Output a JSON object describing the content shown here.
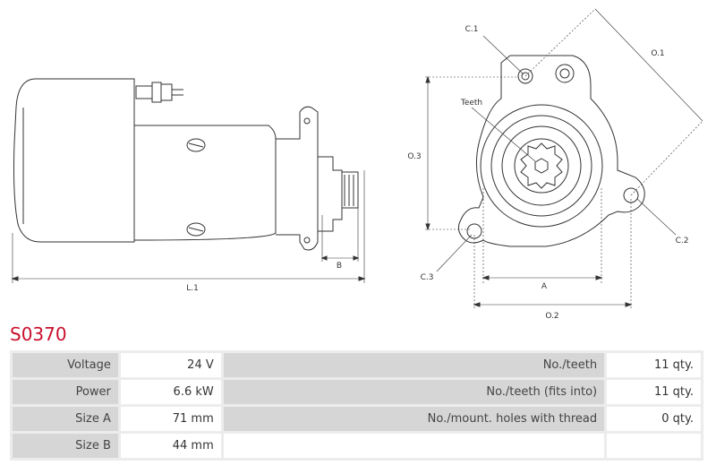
{
  "drawing": {
    "dimension_labels": {
      "L1": "L.1",
      "B": "B",
      "C1": "C.1",
      "O1": "O.1",
      "Teeth": "Teeth",
      "O3": "O.3",
      "C2": "C.2",
      "C3": "C.3",
      "A": "A",
      "O2": "O.2"
    }
  },
  "part_code": "S0370",
  "specs": [
    {
      "label": "Voltage",
      "value": "24 V",
      "label2": "No./teeth",
      "value2": "11 qty."
    },
    {
      "label": "Power",
      "value": "6.6 kW",
      "label2": "No./teeth (fits into)",
      "value2": "11 qty."
    },
    {
      "label": "Size A",
      "value": "71 mm",
      "label2": "No./mount. holes with thread",
      "value2": "0 qty."
    },
    {
      "label": "Size B",
      "value": "44 mm",
      "label2": "",
      "value2": ""
    }
  ]
}
